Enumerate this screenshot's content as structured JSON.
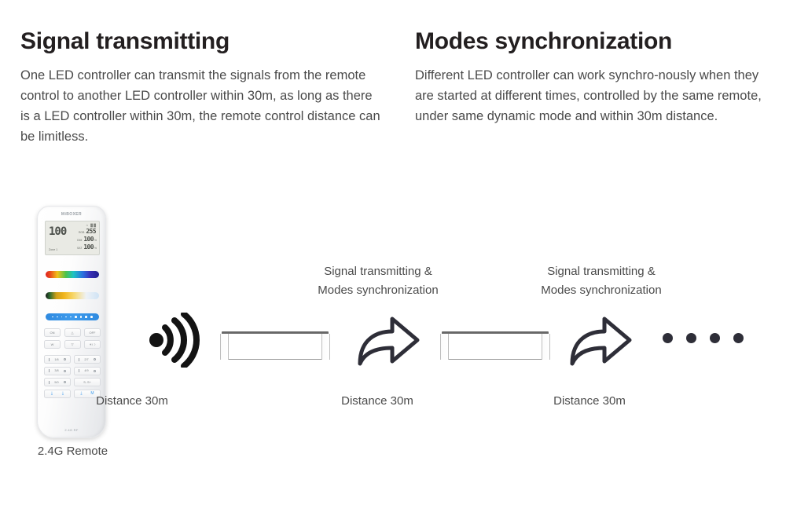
{
  "sections": [
    {
      "heading": "Signal transmitting",
      "body": "One LED controller can transmit the signals from the remote control to another LED controller within 30m, as long as there is a LED controller within 30m, the remote control distance can be limitless."
    },
    {
      "heading": "Modes synchronization",
      "body": "Different LED controller can work synchro-nously when they are started at different times, controlled by the same remote, under same dynamic mode and within 30m distance."
    }
  ],
  "diagram": {
    "remote": {
      "label": "2.4G Remote",
      "brand": "MiBOXER",
      "footer_brand": "2.4G RF",
      "lcd": {
        "big_value": "100",
        "zone_label": "Zone 1",
        "rows": [
          {
            "label": "RGB",
            "value": "255",
            "unit": ""
          },
          {
            "label": "DIM",
            "value": "100",
            "unit": "%"
          },
          {
            "label": "SAT",
            "value": "100",
            "unit": "%"
          }
        ],
        "status_icons": "⌂ ▓▓"
      },
      "strips": [
        {
          "name": "rgb-color-strip"
        },
        {
          "name": "cct-color-strip"
        },
        {
          "name": "brightness-strip"
        }
      ],
      "keys": [
        {
          "row": [
            "ON",
            "△",
            "OFF"
          ]
        },
        {
          "row": [
            "W",
            "▽",
            "☀/☽"
          ]
        }
      ],
      "zone_keys": [
        [
          "1/6",
          "2/7"
        ],
        [
          "3/8",
          "4/9"
        ],
        [
          "5/0",
          "S-  S+"
        ]
      ],
      "bottom_keys": [
        "⤓",
        "⤓",
        "⤓",
        "M"
      ]
    },
    "captions": [
      "Signal transmitting &\nModes synchronization",
      "Signal transmitting &\nModes synchronization"
    ],
    "caption_lines": [
      [
        "Signal transmitting &",
        "Modes synchronization"
      ],
      [
        "Signal transmitting &",
        "Modes synchronization"
      ]
    ],
    "distances": [
      "Distance 30m",
      "Distance 30m",
      "Distance 30m"
    ],
    "trailing_dots_count": 4,
    "colors": {
      "heading": "#231f20",
      "body": "#4a4a4a",
      "icon_dark": "#1a1a1a",
      "arrow": "#2e2e38",
      "bar_top": "#6b6b6b",
      "background": "#ffffff"
    }
  }
}
